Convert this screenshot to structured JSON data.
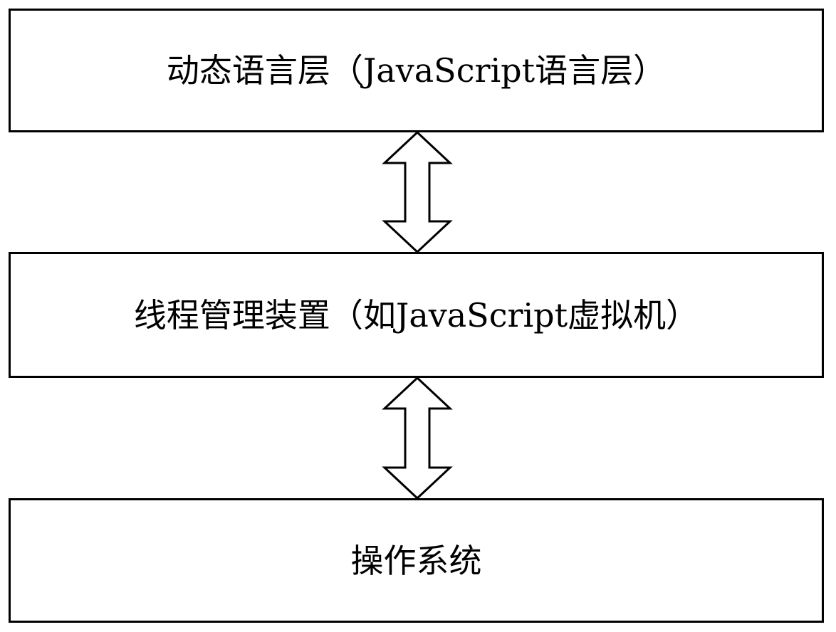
{
  "diagram": {
    "layers": [
      {
        "id": "dynamic-language-layer",
        "label": "动态语言层（JavaScript语言层）"
      },
      {
        "id": "thread-management-device",
        "label": "线程管理装置（如JavaScript虚拟机）"
      },
      {
        "id": "operating-system",
        "label": "操作系统"
      }
    ],
    "connectors": [
      {
        "from": "dynamic-language-layer",
        "to": "thread-management-device",
        "type": "bidirectional-arrow"
      },
      {
        "from": "thread-management-device",
        "to": "operating-system",
        "type": "bidirectional-arrow"
      }
    ],
    "colors": {
      "stroke": "#000000",
      "fill": "#ffffff",
      "text": "#000000"
    }
  }
}
